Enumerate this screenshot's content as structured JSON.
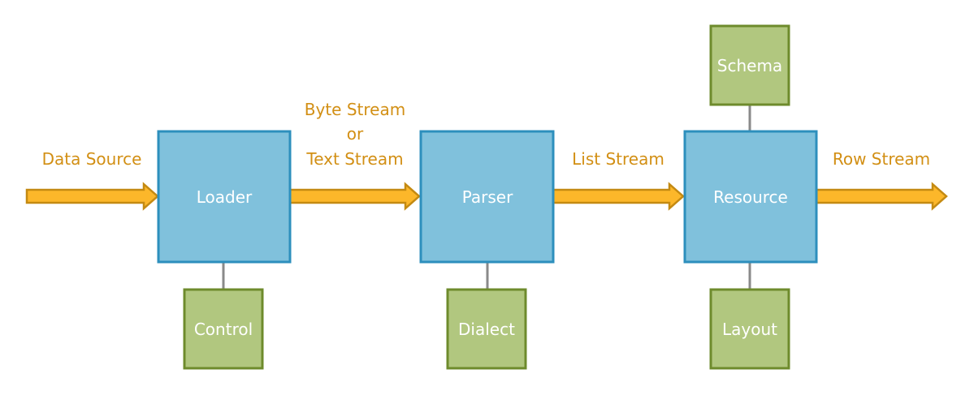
{
  "colors": {
    "flow_label": "#d28f14",
    "arrow_fill": "#fcb72a",
    "arrow_stroke": "#c48a12",
    "main_block_fill": "#80c1dc",
    "main_block_stroke": "#2d8fbd",
    "config_block_fill": "#b1c77f",
    "config_block_stroke": "#6e8b2c",
    "connector": "#8a8a8a"
  },
  "main_blocks": {
    "loader": "Loader",
    "parser": "Parser",
    "resource": "Resource"
  },
  "config_blocks": {
    "control": "Control",
    "dialect": "Dialect",
    "schema": "Schema",
    "layout": "Layout"
  },
  "flows": {
    "data_source": "Data Source",
    "byte_stream_line1": "Byte Stream",
    "byte_stream_line2": "or",
    "byte_stream_line3": "Text Stream",
    "list_stream": "List Stream",
    "row_stream": "Row Stream"
  }
}
